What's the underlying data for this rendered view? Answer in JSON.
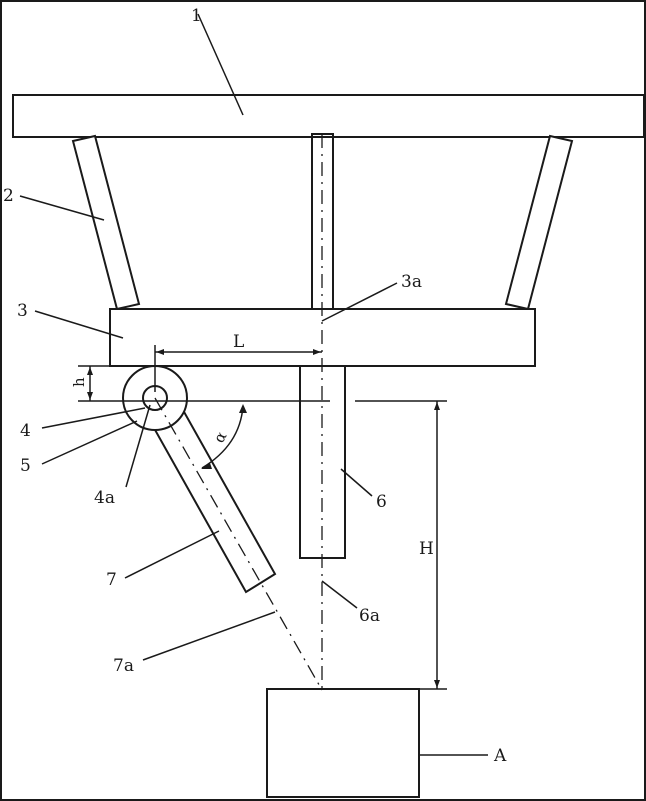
{
  "labels": {
    "l1": "1",
    "l2": "2",
    "l3": "3",
    "l3a": "3a",
    "l4": "4",
    "l4a": "4a",
    "l5": "5",
    "l6": "6",
    "l6a": "6a",
    "l7": "7",
    "l7a": "7a",
    "lA": "A",
    "dimL": "L",
    "dimH": "H",
    "dimh": "h",
    "angle": "α"
  }
}
